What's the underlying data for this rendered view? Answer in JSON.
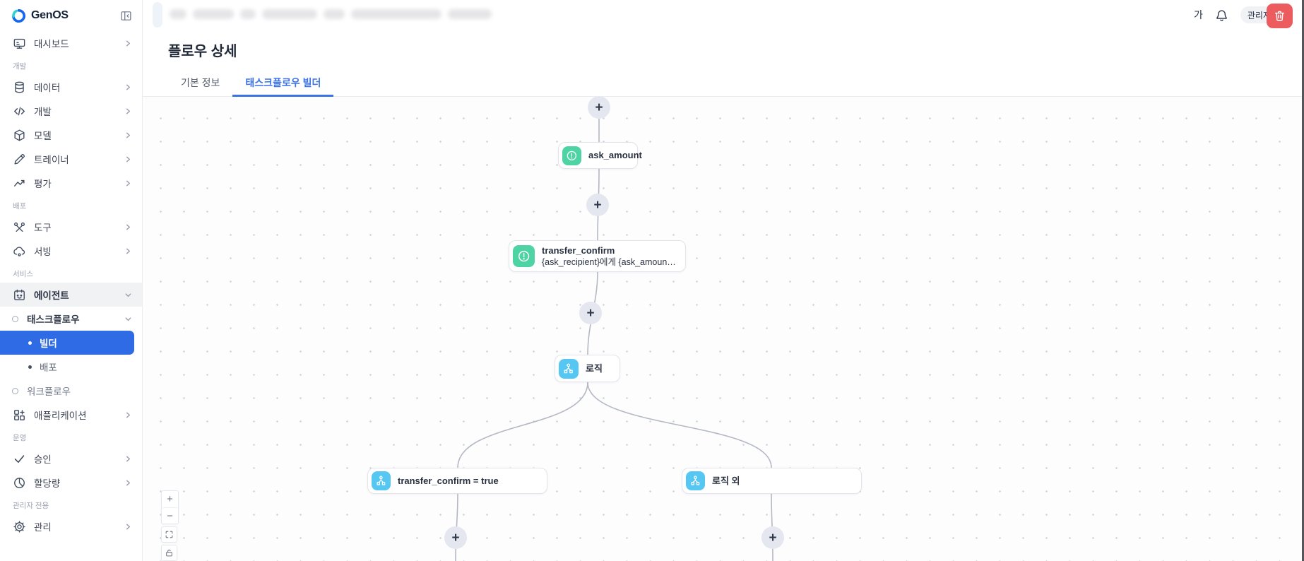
{
  "colors": {
    "sidebar_selected": "#2e6be5",
    "tab_active": "#3b73e6",
    "delete_button": "#ec5b5e",
    "question_node_icon": "#4ed3a4",
    "logic_node_icon": "#55c7f2",
    "add_button_bg": "#e4e7ef",
    "edge": "#b4b8c3"
  },
  "brand": {
    "name": "GenOS"
  },
  "topbar": {
    "text_size_label": "가",
    "profile_label": "관리자"
  },
  "page": {
    "title": "플로우 상세"
  },
  "tabs": [
    {
      "label": "기본 정보",
      "active": false
    },
    {
      "label": "태스크플로우 빌더",
      "active": true
    }
  ],
  "sidebar": {
    "items": [
      {
        "type": "item",
        "icon": "monitor-icon",
        "label": "대시보드"
      },
      {
        "type": "section",
        "label": "개발"
      },
      {
        "type": "item",
        "icon": "database-icon",
        "label": "데이터"
      },
      {
        "type": "item",
        "icon": "code-icon",
        "label": "개발"
      },
      {
        "type": "item",
        "icon": "cube-icon",
        "label": "모델"
      },
      {
        "type": "item",
        "icon": "pencil-icon",
        "label": "트레이너"
      },
      {
        "type": "item",
        "icon": "chart-icon",
        "label": "평가"
      },
      {
        "type": "section",
        "label": "배포"
      },
      {
        "type": "item",
        "icon": "tools-icon",
        "label": "도구"
      },
      {
        "type": "item",
        "icon": "cloud-icon",
        "label": "서빙"
      },
      {
        "type": "section",
        "label": "서비스"
      },
      {
        "type": "item",
        "icon": "calendar-icon",
        "label": "에이전트",
        "highlighted": true,
        "expanded": true
      },
      {
        "type": "group",
        "label": "태스크플로우",
        "expanded": true
      },
      {
        "type": "subitem",
        "label": "빌더",
        "selected": true
      },
      {
        "type": "subitem",
        "label": "배포"
      },
      {
        "type": "group",
        "label": "워크플로우"
      },
      {
        "type": "item",
        "icon": "grid-plus-icon",
        "label": "애플리케이션"
      },
      {
        "type": "section",
        "label": "운영"
      },
      {
        "type": "item",
        "icon": "check-icon",
        "label": "승인"
      },
      {
        "type": "item",
        "icon": "pie-icon",
        "label": "할당량"
      },
      {
        "type": "section",
        "label": "관리자 전용"
      },
      {
        "type": "item",
        "icon": "gear-icon",
        "label": "관리"
      }
    ]
  },
  "canvas": {
    "add_label": "+",
    "nodes": {
      "ask_amount": {
        "type": "question",
        "title": "ask_amount"
      },
      "transfer_confirm": {
        "type": "question",
        "title": "transfer_confirm",
        "subtitle": "{ask_recipient}에게 {ask_amount}을 이체..."
      },
      "logic": {
        "type": "logic",
        "title": "로직"
      },
      "branch_true": {
        "type": "branch",
        "title": "transfer_confirm = true"
      },
      "branch_else": {
        "type": "branch",
        "title": "로직 외"
      }
    },
    "controls": {
      "zoom_in": "+",
      "zoom_out": "−"
    }
  }
}
